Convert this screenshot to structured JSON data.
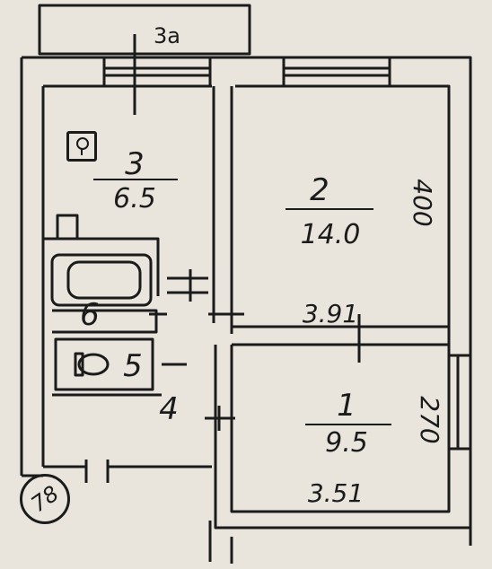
{
  "plan": {
    "balcony_label": "3a",
    "stair_badge": "78",
    "rooms": [
      {
        "id": "kitchen",
        "number": "3",
        "area": "6.5"
      },
      {
        "id": "room-large",
        "number": "2",
        "area": "14.0"
      },
      {
        "id": "room-small",
        "number": "1",
        "area": "9.5"
      }
    ],
    "bath_number": "6",
    "wc_number": "5",
    "hall_number": "4",
    "dimensions": {
      "room2_width": "3.91",
      "room2_length": "400",
      "room1_width": "3.51",
      "room1_length": "270"
    }
  },
  "colors": {
    "paper": "#e9e5dc",
    "ink": "#1b1b1b"
  }
}
